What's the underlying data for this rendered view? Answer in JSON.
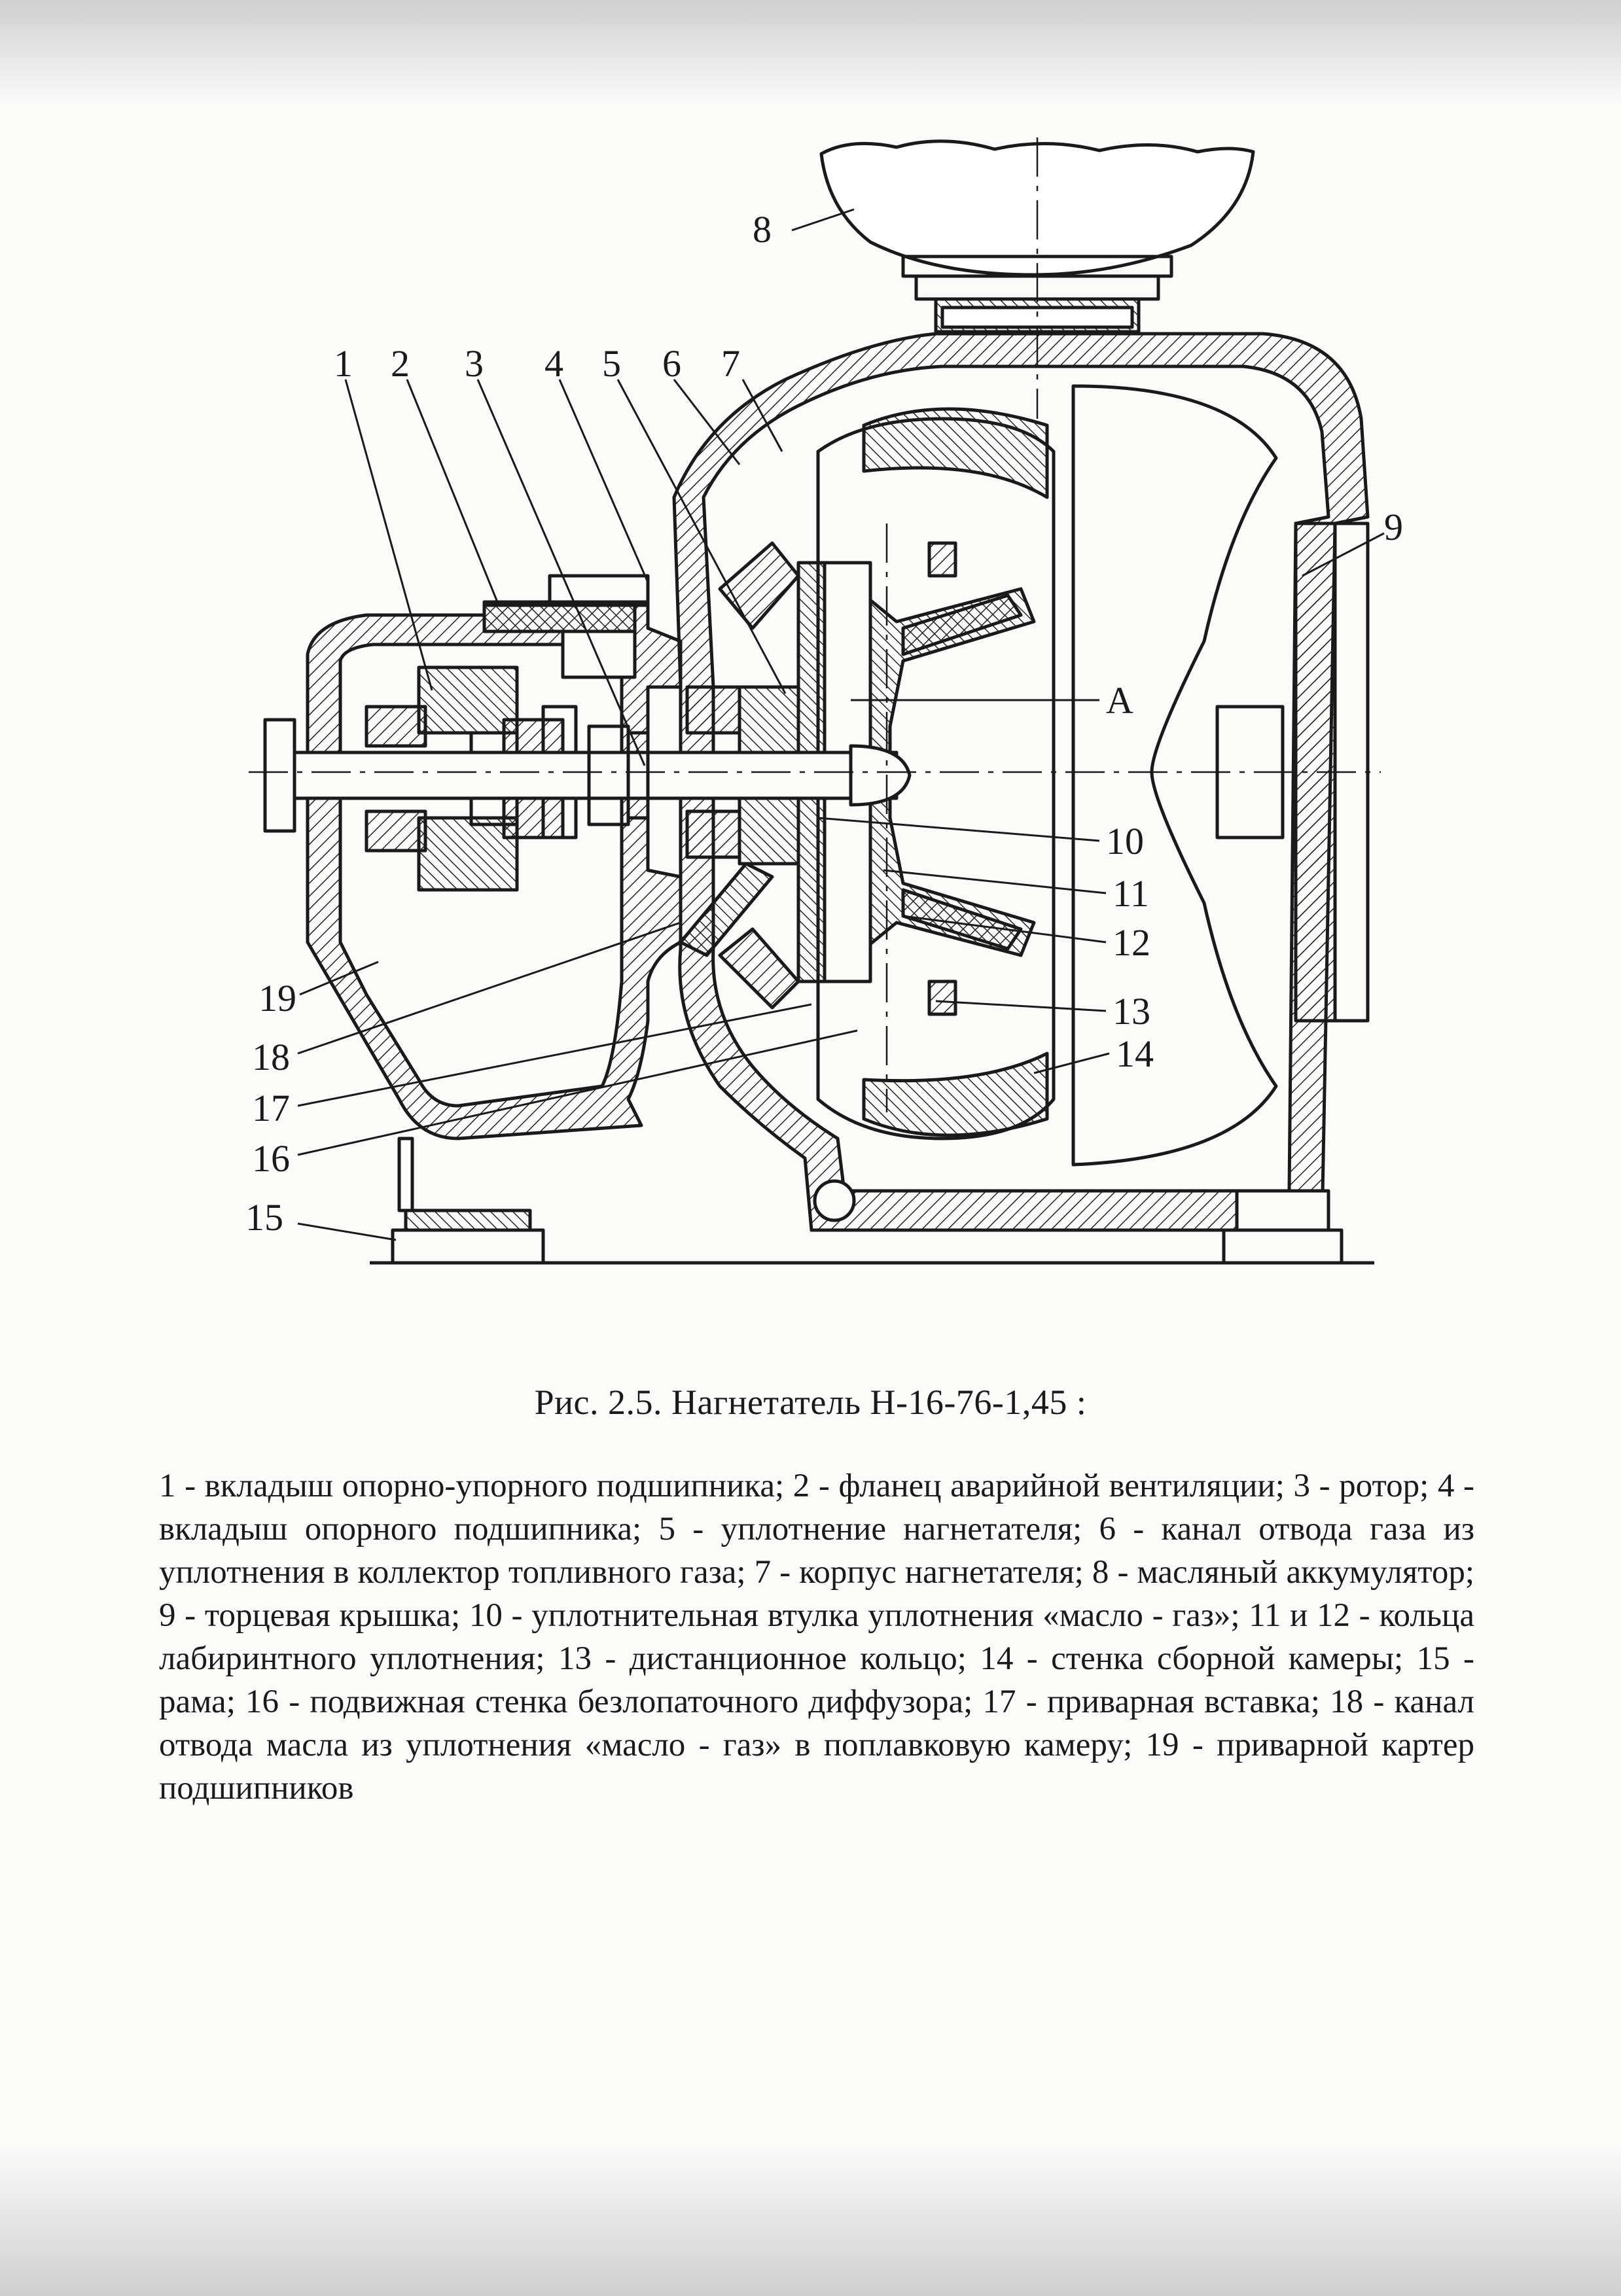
{
  "figure": {
    "caption": "Рис. 2.5. Нагнетатель Н-16-76-1,45 :",
    "callouts": [
      "1",
      "2",
      "3",
      "4",
      "5",
      "6",
      "7",
      "8",
      "9",
      "A",
      "10",
      "11",
      "12",
      "13",
      "14",
      "15",
      "16",
      "17",
      "18",
      "19"
    ]
  },
  "legend": {
    "text": "1 - вкладыш опорно-упорного подшипника; 2 - фланец аварийной вентиляции; 3 - ротор; 4 - вкладыш опорного подшипника; 5 - уплотнение нагнетателя; 6 - канал отвода газа из уплотнения в коллектор топливного газа; 7 - корпус нагнетателя; 8 - масляный аккумулятор; 9 - торцевая крышка; 10 - уплотнительная втулка уплотнения «масло - газ»; 11 и 12 - кольца лабиринтного уплотнения; 13 - дистанционное кольцо; 14 - стенка сборной камеры; 15 - рама; 16 - подвижная стенка безлопаточного диффузора; 17 - приварная вставка; 18 - канал отвода масла из уплотнения «масло - газ» в поплавковую камеру; 19 - приварной картер подшипников"
  }
}
